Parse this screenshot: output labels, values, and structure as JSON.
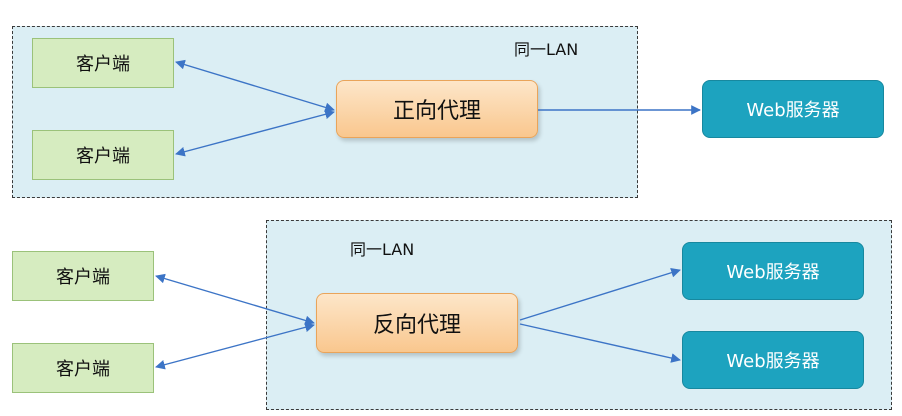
{
  "forward": {
    "lan_label": "同一LAN",
    "client_1": "客户端",
    "client_2": "客户端",
    "proxy": "正向代理",
    "server": "Web服务器"
  },
  "reverse": {
    "lan_label": "同一LAN",
    "client_1": "客户端",
    "client_2": "客户端",
    "proxy": "反向代理",
    "server_1": "Web服务器",
    "server_2": "Web服务器"
  },
  "colors": {
    "region_fill": "#dbeef4",
    "client_fill": "#d6ecc0",
    "proxy_fill": "#f9c78e",
    "server_fill": "#1da3bf",
    "arrow": "#3c74c6"
  }
}
